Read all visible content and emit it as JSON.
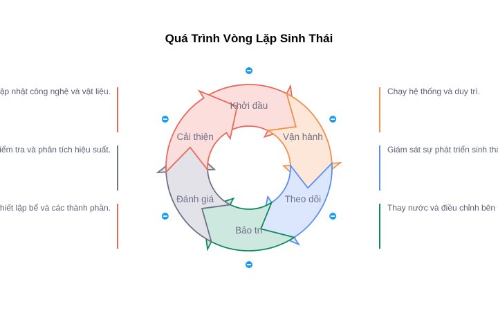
{
  "title": "Quá Trình Vòng Lặp Sinh Thái",
  "steps": [
    {
      "label": "Khởi đầu",
      "stroke": "#e8685a",
      "fill": "#fcdfdd"
    },
    {
      "label": "Vận hành",
      "stroke": "#f0914a",
      "fill": "#fde7d8"
    },
    {
      "label": "Theo dõi",
      "stroke": "#5a8ff2",
      "fill": "#dce7fd"
    },
    {
      "label": "Bảo trì",
      "stroke": "#0e8a60",
      "fill": "#cde8df"
    },
    {
      "label": "Đánh giá",
      "stroke": "#6e7087",
      "fill": "#e2e2e8"
    },
    {
      "label": "Cải thiện",
      "stroke": "#e8685a",
      "fill": "#fcdfdd"
    }
  ],
  "collapse_icon": {
    "name": "minus-circle-icon",
    "color": "#1a9bf0"
  },
  "descriptions": {
    "left": [
      {
        "step": "Cải thiện",
        "text": "Cập nhật công nghệ và vật liệu.",
        "color": "#e8685a"
      },
      {
        "step": "Đánh giá",
        "text": "Kiểm tra và phân tích hiệu suất.",
        "color": "#6e7087"
      },
      {
        "step": "Khởi đầu",
        "text": "Thiết lập bể và các thành phần.",
        "color": "#e8685a"
      }
    ],
    "right": [
      {
        "step": "Vận hành",
        "text": "Chạy hệ thống và duy trì.",
        "color": "#f0914a"
      },
      {
        "step": "Theo dõi",
        "text": "Giám sát sự phát triển sinh thái.",
        "color": "#5a8ff2"
      },
      {
        "step": "Bảo trì",
        "text": "Thay nước và điều chỉnh bên trong.",
        "color": "#0e8a60"
      }
    ]
  }
}
